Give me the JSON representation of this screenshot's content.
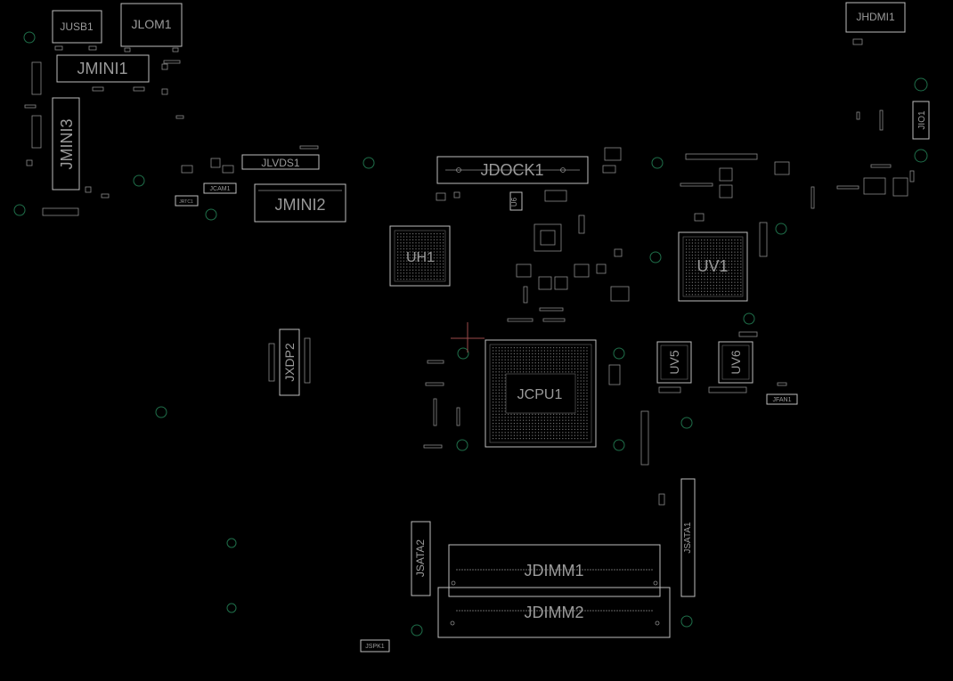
{
  "board": {
    "background": "#000000",
    "outline_color": "#bdbdbd",
    "label_color": "#9a9a9a",
    "hole_color": "#1f6f4a",
    "cursor_color": "#9b4a4a"
  },
  "labels": {
    "jusb1": "JUSB1",
    "jlom1": "JLOM1",
    "jmini1": "JMINI1",
    "jmini3": "JMINI3",
    "jlvds1": "JLVDS1",
    "jmini2": "JMINI2",
    "jcam1": "JCAM1",
    "jrtc1": "JRTC1",
    "jdock1": "JDOCK1",
    "uh1": "UH1",
    "uv1": "UV1",
    "jhdmi1": "JHDMI1",
    "jio1": "JIO1",
    "jxdp2": "JXDP2",
    "jcpu1": "JCPU1",
    "uv5": "UV5",
    "uv6": "UV6",
    "jfan1": "JFAN1",
    "jsata1": "JSATA1",
    "jsata2": "JSATA2",
    "jdimm1": "JDIMM1",
    "jdimm2": "JDIMM2",
    "jspk1": "JSPK1",
    "u6": "U6"
  }
}
